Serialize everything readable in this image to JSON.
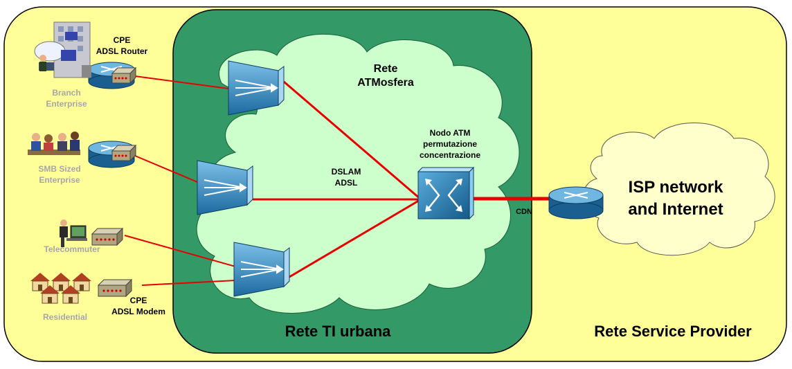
{
  "colors": {
    "outer_fill": "#ffff99",
    "inner_fill": "#339966",
    "cloud_fill": "#ccffcc",
    "isp_cloud_fill": "#ffffcc",
    "link_red": "#e60000",
    "device_blue": "#2f7fb5",
    "gray_text": "#a6a6a6"
  },
  "regions": {
    "outer_label": "Rete Service Provider",
    "inner_label": "Rete TI urbana",
    "atm_cloud_label": [
      "Rete",
      "ATMosfera"
    ],
    "isp_cloud_label": [
      "ISP network",
      "and Internet"
    ]
  },
  "customers": [
    {
      "name": [
        "Branch",
        "Enterprise"
      ],
      "icon": "office-building-icon"
    },
    {
      "name": [
        "SMB Sized",
        "Enterprise"
      ],
      "icon": "business-people-icon"
    },
    {
      "name": [
        "Telecommuter"
      ],
      "icon": "telecommuter-icon"
    },
    {
      "name": [
        "Residential"
      ],
      "icon": "houses-icon"
    }
  ],
  "cpe_labels": {
    "router": [
      "CPE",
      "ADSL Router"
    ],
    "modem": [
      "CPE",
      "ADSL Modem"
    ]
  },
  "dslam_label": [
    "DSLAM",
    "ADSL"
  ],
  "atm_node_label": [
    "Nodo ATM",
    "permutazione",
    "concentrazione"
  ],
  "cdn_label": "CDN"
}
